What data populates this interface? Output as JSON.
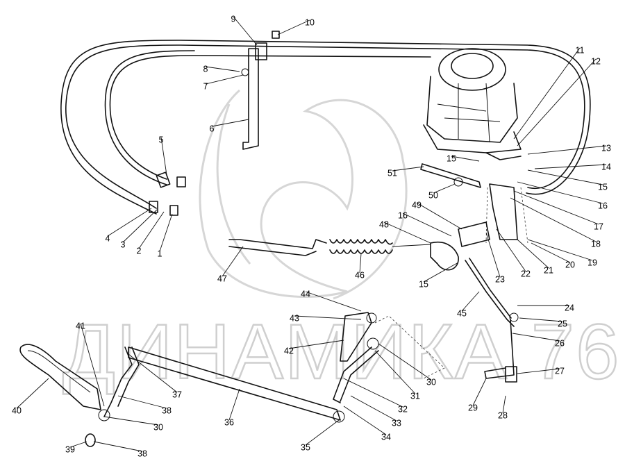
{
  "watermark": {
    "text": "ДИНАМИКА 76"
  },
  "callouts": [
    "10",
    "9",
    "8",
    "7",
    "6",
    "5",
    "4",
    "3",
    "2",
    "1",
    "11",
    "12",
    "13",
    "14",
    "15",
    "15",
    "16",
    "17",
    "18",
    "19",
    "20",
    "21",
    "22",
    "23",
    "51",
    "50",
    "49",
    "16",
    "48",
    "47",
    "46",
    "15",
    "45",
    "24",
    "25",
    "26",
    "27",
    "28",
    "29",
    "44",
    "43",
    "42",
    "30",
    "31",
    "32",
    "33",
    "34",
    "35",
    "36",
    "37",
    "38",
    "30",
    "41",
    "40",
    "39",
    "38"
  ]
}
